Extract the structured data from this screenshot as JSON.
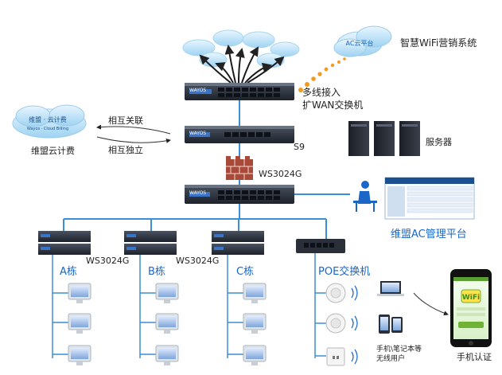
{
  "diagram": {
    "labels": {
      "wifi_marketing": "智慧WiFi营销系统",
      "ac_cloud": "AC云平台",
      "multi_wan_1": "多线接入",
      "multi_wan_2": "扩WAN交换机",
      "s9": "S9",
      "servers": "服务器",
      "cloud_billing_brand": "维盟 · 云计费",
      "cloud_billing_sub": "Wayos · Cloud Billing",
      "cloud_billing": "维盟云计费",
      "mutual_link": "相互关联",
      "mutual_indep": "相互独立",
      "ws_core": "WS3024G",
      "ac_platform": "维盟AC管理平台",
      "building_a": "A栋",
      "building_b": "B栋",
      "building_c": "C栋",
      "ws_a": "WS3024G",
      "ws_b": "WS3024G",
      "poe_switch": "POE交换机",
      "wireless_users_1": "手机\\笔记本等",
      "wireless_users_2": "无线用户",
      "phone_auth": "手机认证",
      "wifi_badge": "WiFi",
      "switch_brand": "WAYOS"
    },
    "colors": {
      "line_blue": "#3b8fd6",
      "accent_blue": "#1a67c8",
      "device_dark": "#2a2f3a",
      "firewall_brick": "#9a3a2b",
      "orange_dots": "#f39a1e"
    }
  }
}
